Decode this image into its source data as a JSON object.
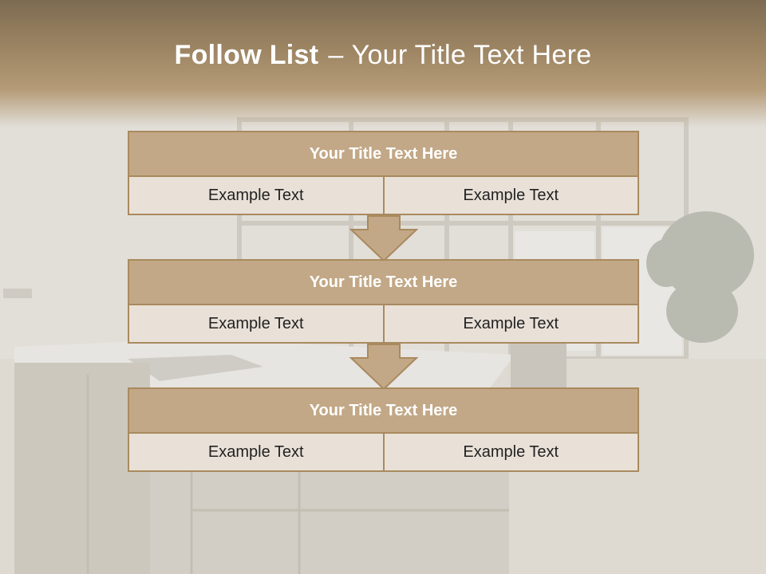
{
  "slide": {
    "title_bold": "Follow List",
    "title_dash": "–",
    "title_rest": "Your Title Text Here"
  },
  "blocks": [
    {
      "title": "Your Title Text Here",
      "cells": [
        "Example Text",
        "Example Text"
      ]
    },
    {
      "title": "Your Title Text Here",
      "cells": [
        "Example Text",
        "Example Text"
      ]
    },
    {
      "title": "Your Title Text Here",
      "cells": [
        "Example Text",
        "Example Text"
      ]
    }
  ],
  "colors": {
    "header": "#9e8664",
    "block_title_fill": "#c2a887",
    "block_border": "#a98a5f",
    "cell_fill": "#e9e1d8",
    "arrow_fill": "#c2a887"
  },
  "icons": [
    "down-arrow-icon"
  ]
}
